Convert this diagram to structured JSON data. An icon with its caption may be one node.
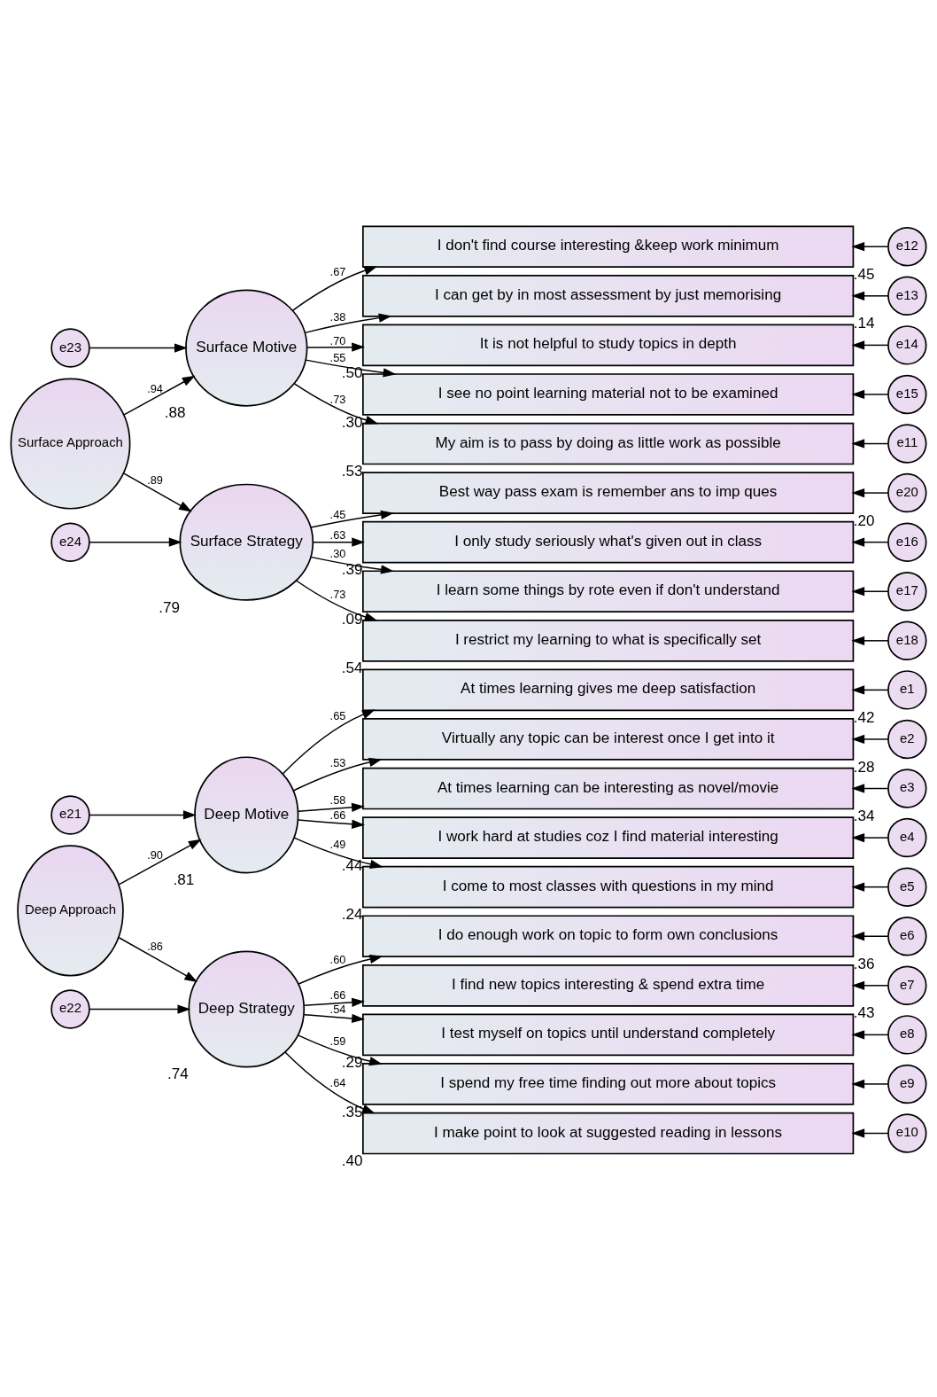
{
  "diagram": {
    "nodes": [
      {
        "text": [
          "Deep Approach"
        ]
      },
      {
        "text": [
          "Deep Motive"
        ],
        "beside": [
          ".81"
        ]
      },
      {
        "text": [
          "Deep Strategy"
        ],
        "beside": [
          ".74"
        ]
      },
      {
        "text": [
          "Surface Approach"
        ]
      },
      {
        "text": [
          "Surface Motive"
        ],
        "beside": [
          ".88"
        ]
      },
      {
        "text": [
          "Surface Strategy"
        ],
        "beside": [
          ".79"
        ]
      },
      {
        "text": [
          "e21"
        ]
      },
      {
        "text": [
          "e22"
        ]
      },
      {
        "text": [
          "e23"
        ]
      },
      {
        "text": [
          "e24"
        ]
      },
      {
        "text": [
          "At times learning gives me deep satisfaction"
        ],
        "beside": [
          ".42"
        ]
      },
      {
        "text": [
          "Virtually any topic can be interest once I get into it"
        ],
        "beside": [
          ".28"
        ]
      },
      {
        "text": [
          "At times learning can be interesting as novel/movie"
        ],
        "beside": [
          ".34"
        ]
      },
      {
        "text": [
          "I work hard at studies coz I find material interesting"
        ],
        "beside": [
          ".44"
        ]
      },
      {
        "text": [
          "I come to most classes with questions in my mind"
        ],
        "beside": [
          ".24"
        ]
      },
      {
        "text": [
          "I do enough work on topic to form own conclusions"
        ],
        "beside": [
          ".36"
        ]
      },
      {
        "text": [
          "I find new topics interesting & spend extra time"
        ],
        "beside": [
          ".43"
        ]
      },
      {
        "text": [
          "I test myself on topics until understand completely"
        ],
        "beside": [
          ".29"
        ]
      },
      {
        "text": [
          "I spend my free time finding out more about topics"
        ],
        "beside": [
          ".35"
        ]
      },
      {
        "text": [
          "I make point to look at suggested reading in lessons"
        ],
        "beside": [
          ".40"
        ]
      },
      {
        "text": [
          "My aim is to pass by doing as little work as possible"
        ],
        "beside": [
          ".53"
        ]
      },
      {
        "text": [
          "I don't find course interesting &keep work minimum"
        ],
        "beside": [
          ".45"
        ]
      },
      {
        "text": [
          "I can get by in most assessment by just memorising"
        ],
        "beside": [
          ".14"
        ]
      },
      {
        "text": [
          "It is not helpful to study topics in depth"
        ],
        "beside": [
          ".50"
        ]
      },
      {
        "text": [
          "I see no point learning material not to be examined"
        ],
        "beside": [
          ".30"
        ]
      },
      {
        "text": [
          "I only study seriously what's given out in class"
        ],
        "beside": [
          ".39"
        ]
      },
      {
        "text": [
          "I learn some things by rote even if don't understand"
        ],
        "beside": [
          ".09"
        ]
      },
      {
        "text": [
          "I restrict my learning to what is specifically set"
        ],
        "beside": [
          ".54"
        ]
      },
      {
        "text": [
          "Best way pass exam is remember ans to imp ques"
        ],
        "beside": [
          ".20"
        ]
      },
      {
        "text": [
          "e1"
        ]
      },
      {
        "text": [
          "e2"
        ]
      },
      {
        "text": [
          "e3"
        ]
      },
      {
        "text": [
          "e4"
        ]
      },
      {
        "text": [
          "e5"
        ]
      },
      {
        "text": [
          "e6"
        ]
      },
      {
        "text": [
          "e7"
        ]
      },
      {
        "text": [
          "e8"
        ]
      },
      {
        "text": [
          "e9"
        ]
      },
      {
        "text": [
          "e10"
        ]
      },
      {
        "text": [
          "e11"
        ]
      },
      {
        "text": [
          "e12"
        ]
      },
      {
        "text": [
          "e13"
        ]
      },
      {
        "text": [
          "e14"
        ]
      },
      {
        "text": [
          "e15"
        ]
      },
      {
        "text": [
          "e16"
        ]
      },
      {
        "text": [
          "e17"
        ]
      },
      {
        "text": [
          "e18"
        ]
      },
      {
        "text": [
          "e20"
        ]
      }
    ],
    "edges": [
      {
        "from": 0,
        "to": 1,
        "arrow": "to",
        "label": ".90"
      },
      {
        "from": 0,
        "to": 2,
        "arrow": "to",
        "label": ".86"
      },
      {
        "from": 3,
        "to": 4,
        "arrow": "to",
        "label": ".94"
      },
      {
        "from": 3,
        "to": 5,
        "arrow": "to",
        "label": ".89"
      },
      {
        "from": 6,
        "to": 1,
        "arrow": "to"
      },
      {
        "from": 7,
        "to": 2,
        "arrow": "to"
      },
      {
        "from": 8,
        "to": 4,
        "arrow": "to"
      },
      {
        "from": 9,
        "to": 5,
        "arrow": "to"
      },
      {
        "from": 1,
        "to": 10,
        "arrow": "to",
        "label": ".65"
      },
      {
        "from": 1,
        "to": 11,
        "arrow": "to",
        "label": ".53"
      },
      {
        "from": 1,
        "to": 12,
        "arrow": "to",
        "label": ".58"
      },
      {
        "from": 1,
        "to": 13,
        "arrow": "to",
        "label": ".66"
      },
      {
        "from": 1,
        "to": 14,
        "arrow": "to",
        "label": ".49"
      },
      {
        "from": 2,
        "to": 15,
        "arrow": "to",
        "label": ".60"
      },
      {
        "from": 2,
        "to": 16,
        "arrow": "to",
        "label": ".66"
      },
      {
        "from": 2,
        "to": 17,
        "arrow": "to",
        "label": ".54"
      },
      {
        "from": 2,
        "to": 18,
        "arrow": "to",
        "label": ".59"
      },
      {
        "from": 2,
        "to": 19,
        "arrow": "to",
        "label": ".64"
      },
      {
        "from": 4,
        "to": 20,
        "arrow": "to",
        "label": ".73"
      },
      {
        "from": 4,
        "to": 21,
        "arrow": "to",
        "label": ".67"
      },
      {
        "from": 4,
        "to": 22,
        "arrow": "to",
        "label": ".38"
      },
      {
        "from": 4,
        "to": 23,
        "arrow": "to",
        "label": ".70"
      },
      {
        "from": 4,
        "to": 24,
        "arrow": "to",
        "label": ".55"
      },
      {
        "from": 5,
        "to": 25,
        "arrow": "to",
        "label": ".63"
      },
      {
        "from": 5,
        "to": 26,
        "arrow": "to",
        "label": ".30"
      },
      {
        "from": 5,
        "to": 27,
        "arrow": "to",
        "label": ".73"
      },
      {
        "from": 5,
        "to": 28,
        "arrow": "to",
        "label": ".45"
      },
      {
        "from": 29,
        "to": 10,
        "arrow": "to"
      },
      {
        "from": 30,
        "to": 11,
        "arrow": "to"
      },
      {
        "from": 31,
        "to": 12,
        "arrow": "to"
      },
      {
        "from": 32,
        "to": 13,
        "arrow": "to"
      },
      {
        "from": 33,
        "to": 14,
        "arrow": "to"
      },
      {
        "from": 34,
        "to": 15,
        "arrow": "to"
      },
      {
        "from": 35,
        "to": 16,
        "arrow": "to"
      },
      {
        "from": 36,
        "to": 17,
        "arrow": "to"
      },
      {
        "from": 37,
        "to": 18,
        "arrow": "to"
      },
      {
        "from": 38,
        "to": 19,
        "arrow": "to"
      },
      {
        "from": 39,
        "to": 20,
        "arrow": "to"
      },
      {
        "from": 40,
        "to": 21,
        "arrow": "to"
      },
      {
        "from": 41,
        "to": 22,
        "arrow": "to"
      },
      {
        "from": 42,
        "to": 23,
        "arrow": "to"
      },
      {
        "from": 43,
        "to": 24,
        "arrow": "to"
      },
      {
        "from": 44,
        "to": 25,
        "arrow": "to"
      },
      {
        "from": 45,
        "to": 26,
        "arrow": "to"
      },
      {
        "from": 46,
        "to": 27,
        "arrow": "to"
      },
      {
        "from": 47,
        "to": 28,
        "arrow": "to"
      }
    ]
  }
}
